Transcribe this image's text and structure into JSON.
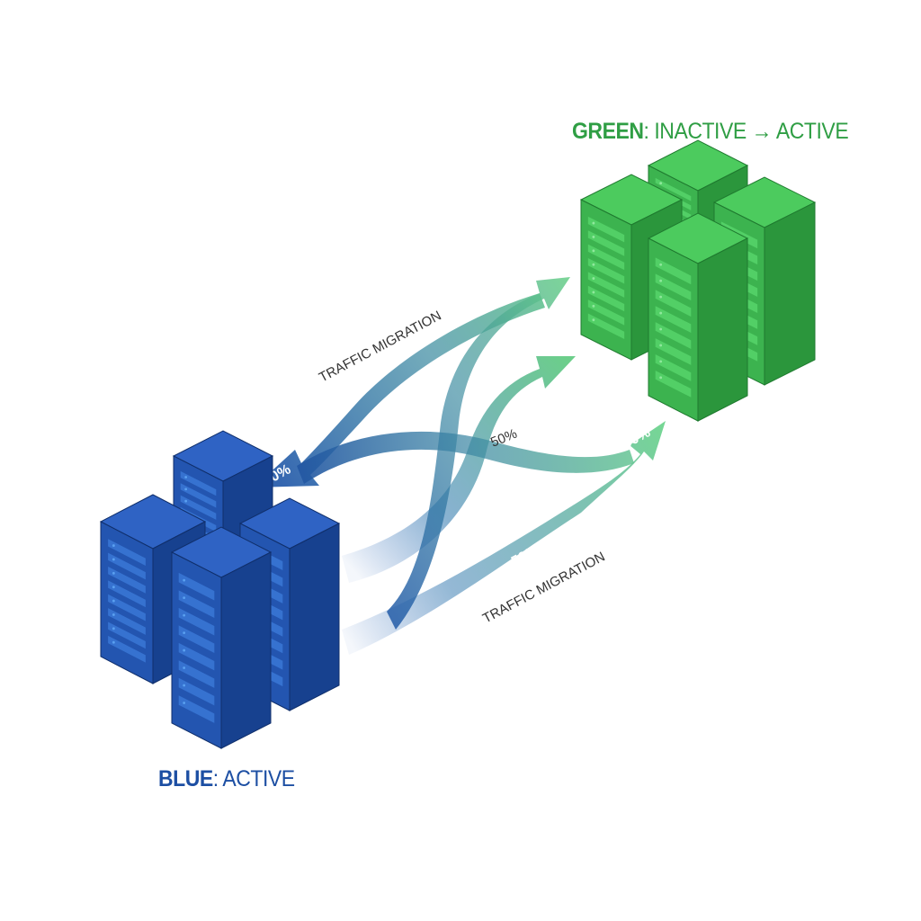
{
  "colors": {
    "blue": "#1d4fa3",
    "blue_dark": "#163f8a",
    "green": "#37b24d",
    "green_dark": "#2a9a3e",
    "label_text": "#333333"
  },
  "environments": {
    "blue": {
      "name": "BLUE",
      "separator": ":",
      "state": " ACTIVE"
    },
    "green": {
      "name": "GREEN",
      "separator": ":",
      "state": " INACTIVE → ACTIVE"
    }
  },
  "flows": {
    "upper_label": "TRAFFIC MIGRATION",
    "lower_label": "TRAFFIC MIGRATION",
    "percent_10": "10%",
    "percent_50_mid": "50%",
    "percent_50_low": "50%",
    "percent_100": "100%"
  }
}
